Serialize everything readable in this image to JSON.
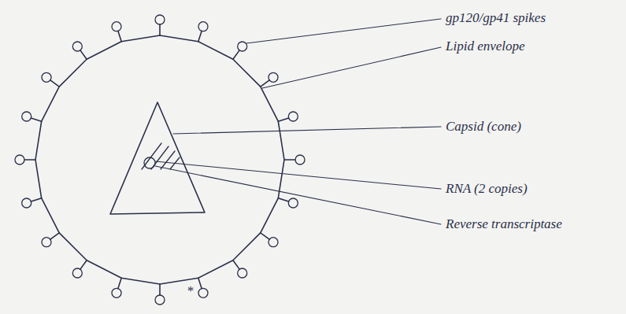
{
  "diagram": {
    "labels": [
      "gp120/gp41 spikes",
      "Lipid envelope",
      "Capsid (cone)",
      "RNA (2 copies)",
      "Reverse transcriptase",
      "*"
    ]
  }
}
